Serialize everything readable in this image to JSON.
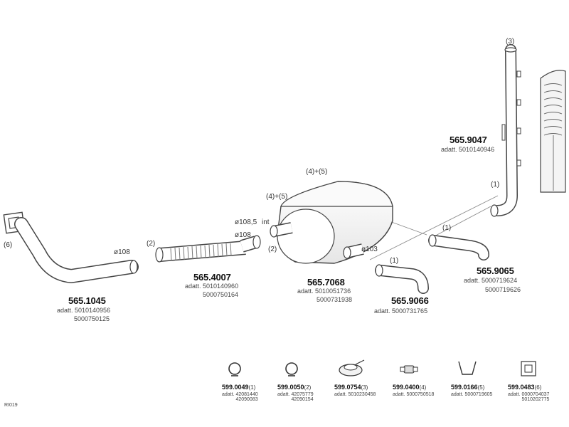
{
  "parts": {
    "p1045": {
      "code": "565.1045",
      "adatt": "adatt. 5010140956",
      "alt": "5000750125",
      "dia": "ø108",
      "pos": "(6)"
    },
    "p4007": {
      "code": "565.4007",
      "adatt": "adatt. 5010140960",
      "alt": "5000750164",
      "pos": "(2)"
    },
    "p7068": {
      "code": "565.7068",
      "adatt": "adatt. 5010051736",
      "alt": "5000731938",
      "dia_top": "ø108,5",
      "int": "int",
      "dia_mid": "ø108",
      "dia_out": "ø103",
      "pos_inlet": "(2)",
      "pos_top1": "(4)+(5)",
      "pos_top2": "(4)+(5)"
    },
    "p9066": {
      "code": "565.9066",
      "adatt": "adatt. 5000731765",
      "pos": "(1)"
    },
    "p9065": {
      "code": "565.9065",
      "adatt": "adatt. 5000719624",
      "alt": "5000719626",
      "pos": "(1)"
    },
    "p9047": {
      "code": "565.9047",
      "adatt": "adatt. 5010140946",
      "pos_top": "(3)",
      "pos_bottom": "(1)"
    }
  },
  "accessories": [
    {
      "code": "599.0049",
      "qty": "(1)",
      "l1": "adatt. 42081440",
      "l2": "42090083"
    },
    {
      "code": "599.0050",
      "qty": "(2)",
      "l1": "adatt. 42075779",
      "l2": "42090154"
    },
    {
      "code": "599.0754",
      "qty": "(3)",
      "l1": "adatt. 5010230458",
      "l2": ""
    },
    {
      "code": "599.0400",
      "qty": "(4)",
      "l1": "adatt. 5000750518",
      "l2": ""
    },
    {
      "code": "599.0166",
      "qty": "(5)",
      "l1": "adatt. 5000719605",
      "l2": ""
    },
    {
      "code": "599.0483",
      "qty": "(6)",
      "l1": "adatt. 0000704037",
      "l2": "5010202775"
    }
  ],
  "footer": {
    "ref": "RI019"
  }
}
